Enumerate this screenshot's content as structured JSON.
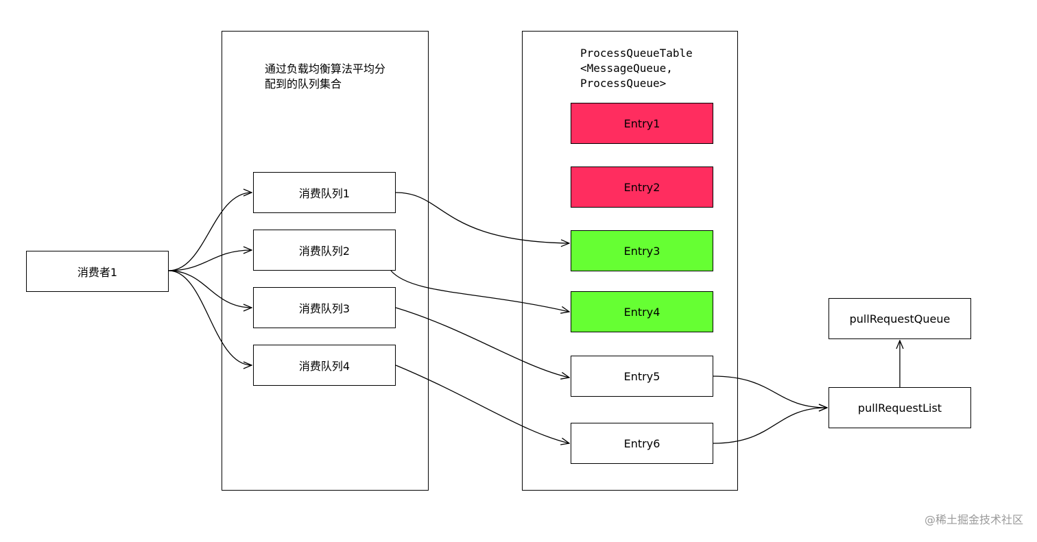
{
  "group_left": {
    "caption": "通过负载均衡算法平均分\n配到的队列集合"
  },
  "group_right": {
    "caption": "ProcessQueueTable\n<MessageQueue,\nProcessQueue>"
  },
  "consumer": {
    "label": "消费者1"
  },
  "queues": [
    {
      "label": "消费队列1"
    },
    {
      "label": "消费队列2"
    },
    {
      "label": "消费队列3"
    },
    {
      "label": "消费队列4"
    }
  ],
  "entries": [
    {
      "label": "Entry1",
      "fill": "#ff2d5f"
    },
    {
      "label": "Entry2",
      "fill": "#ff2d5f"
    },
    {
      "label": "Entry3",
      "fill": "#66ff33"
    },
    {
      "label": "Entry4",
      "fill": "#66ff33"
    },
    {
      "label": "Entry5",
      "fill": "#ffffff"
    },
    {
      "label": "Entry6",
      "fill": "#ffffff"
    }
  ],
  "pull_request_list": {
    "label": "pullRequestList"
  },
  "pull_request_queue": {
    "label": "pullRequestQueue"
  },
  "watermark": "@稀土掘金技术社区"
}
